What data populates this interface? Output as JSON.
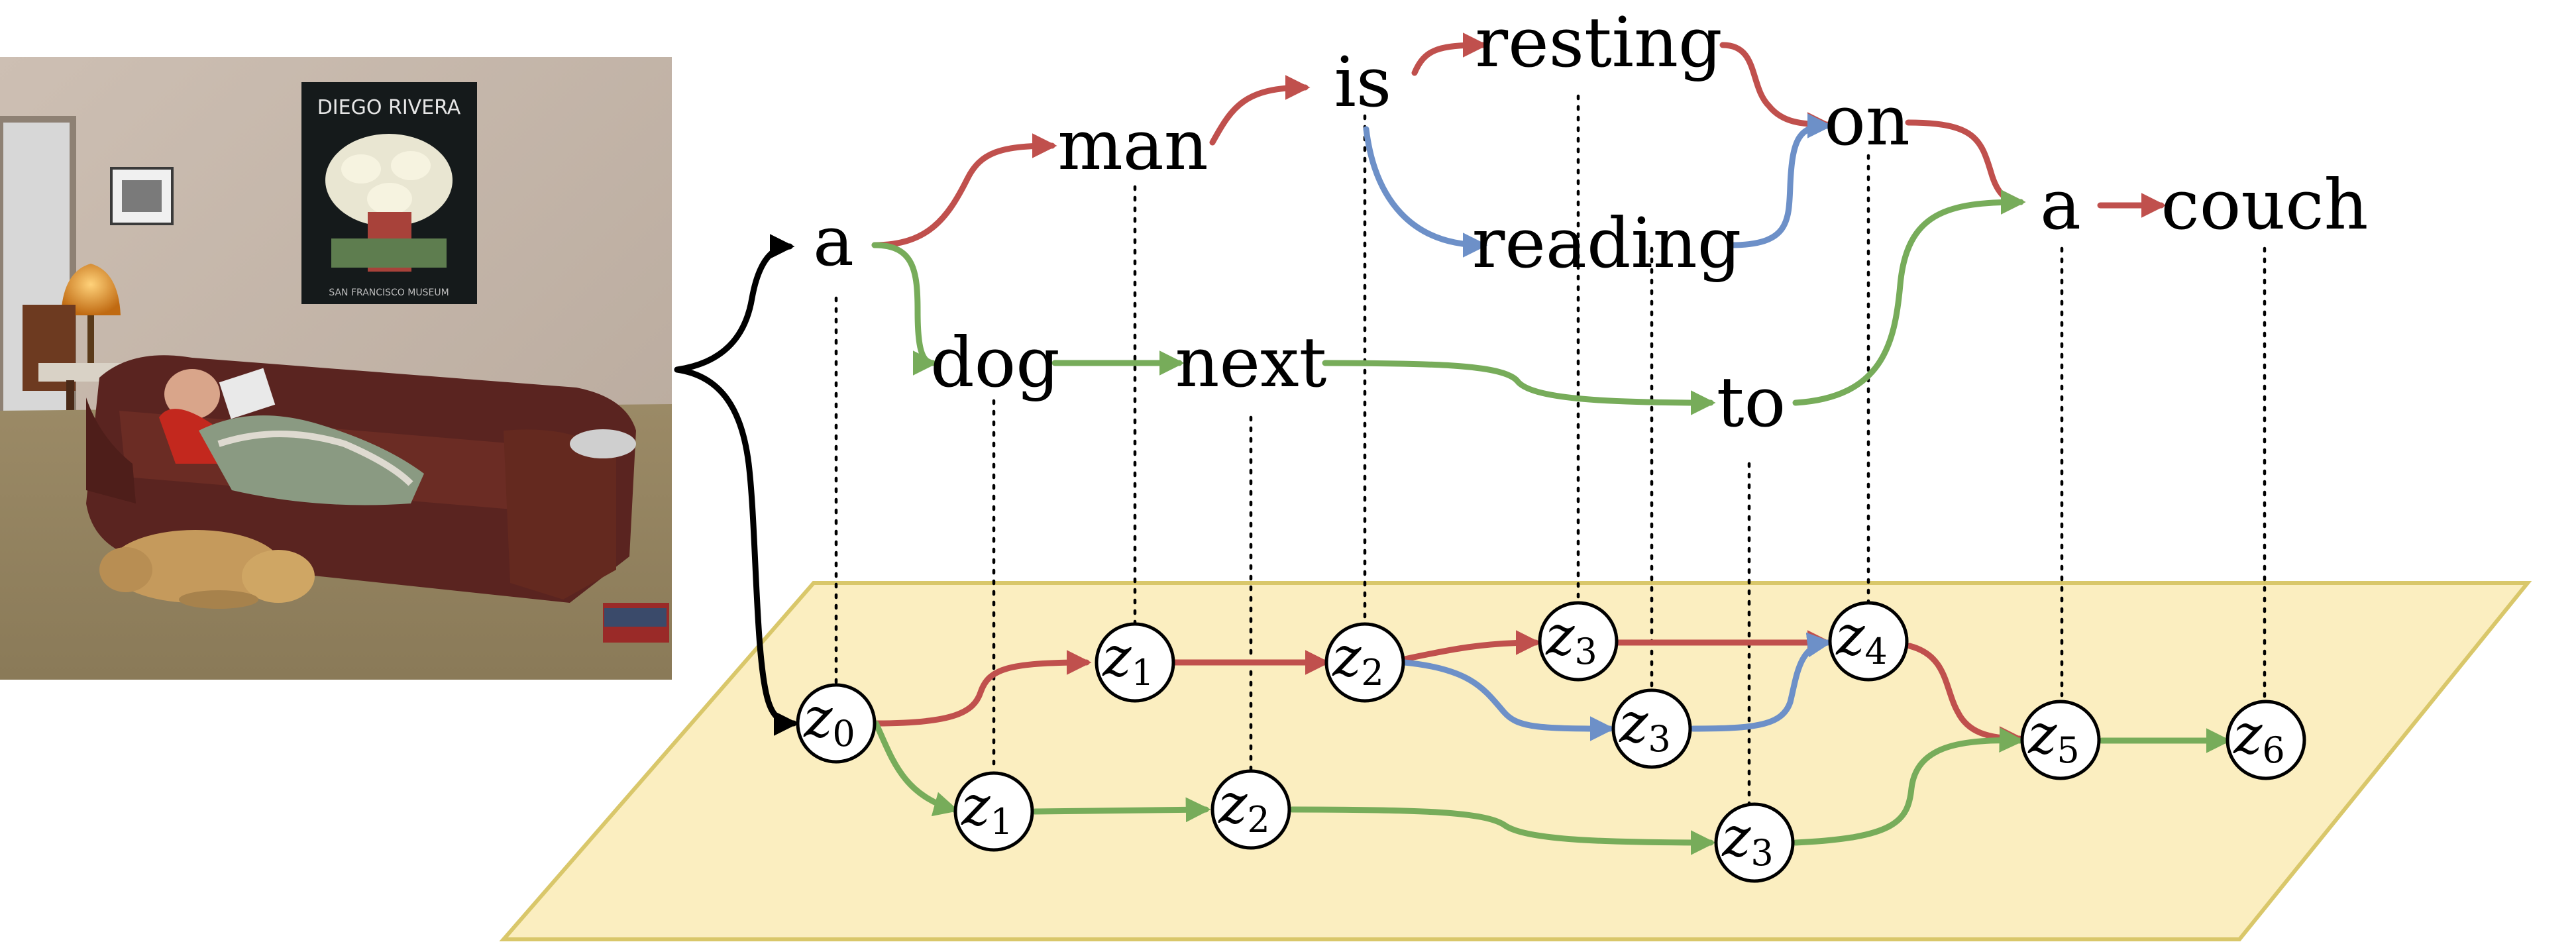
{
  "colors": {
    "red": "#c0504d",
    "green": "#77ac5a",
    "blue": "#6d90c8",
    "black": "#000000",
    "plane_fill": "#fbeec0",
    "plane_stroke": "#d9c76a"
  },
  "photo": {
    "poster_text_top": "DIEGO RIVERA",
    "poster_text_bottom": "SAN FRANCISCO MUSEUM"
  },
  "words": {
    "a_first": "a",
    "man": "man",
    "is": "is",
    "resting": "resting",
    "reading": "reading",
    "on": "on",
    "a_second": "a",
    "couch": "couch",
    "dog": "dog",
    "next": "next",
    "to": "to"
  },
  "latents": [
    {
      "id": "z0",
      "symbol": "z",
      "sub": "0"
    },
    {
      "id": "z1-top",
      "symbol": "z",
      "sub": "1"
    },
    {
      "id": "z2-top",
      "symbol": "z",
      "sub": "2"
    },
    {
      "id": "z3-top",
      "symbol": "z",
      "sub": "3"
    },
    {
      "id": "z3-mid",
      "symbol": "z",
      "sub": "3"
    },
    {
      "id": "z4",
      "symbol": "z",
      "sub": "4"
    },
    {
      "id": "z5",
      "symbol": "z",
      "sub": "5"
    },
    {
      "id": "z6",
      "symbol": "z",
      "sub": "6"
    },
    {
      "id": "z1-bottom",
      "symbol": "z",
      "sub": "1"
    },
    {
      "id": "z2-bottom",
      "symbol": "z",
      "sub": "2"
    },
    {
      "id": "z3-bottom",
      "symbol": "z",
      "sub": "3"
    }
  ]
}
